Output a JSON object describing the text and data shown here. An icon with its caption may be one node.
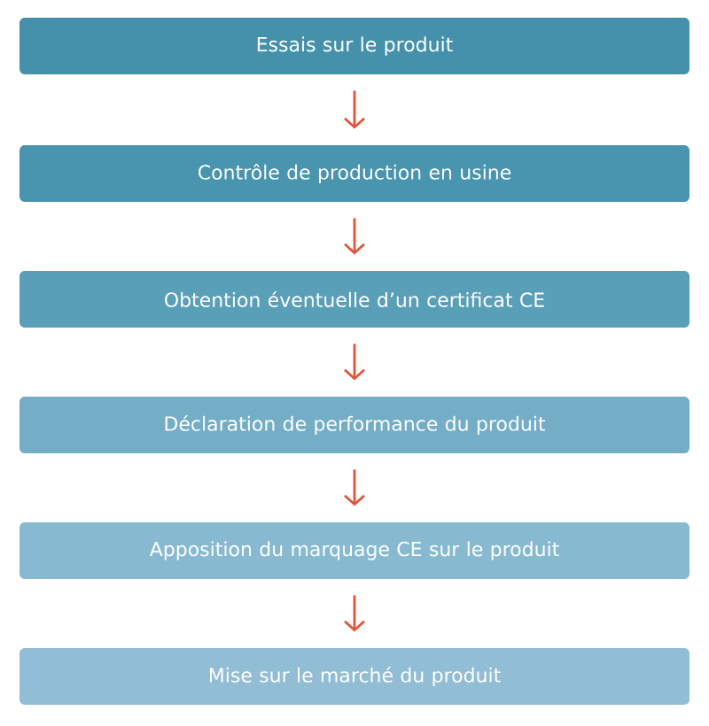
{
  "diagram": {
    "nodes": [
      {
        "text": [
          "Essais sur le produit"
        ]
      },
      {
        "text": [
          "Contrôle de production en usine"
        ]
      },
      {
        "text": [
          "Obtention éventuelle d’un certificat CE"
        ]
      },
      {
        "text": [
          "Déclaration de performance du produit"
        ]
      },
      {
        "text": [
          "Apposition du marquage CE sur le produit"
        ]
      },
      {
        "text": [
          "Mise sur le marché du produit"
        ]
      }
    ],
    "edges": [
      {
        "from": 0,
        "to": 1,
        "arrow": "to"
      },
      {
        "from": 1,
        "to": 2,
        "arrow": "to"
      },
      {
        "from": 2,
        "to": 3,
        "arrow": "to"
      },
      {
        "from": 3,
        "to": 4,
        "arrow": "to"
      },
      {
        "from": 4,
        "to": 5,
        "arrow": "to"
      }
    ]
  }
}
